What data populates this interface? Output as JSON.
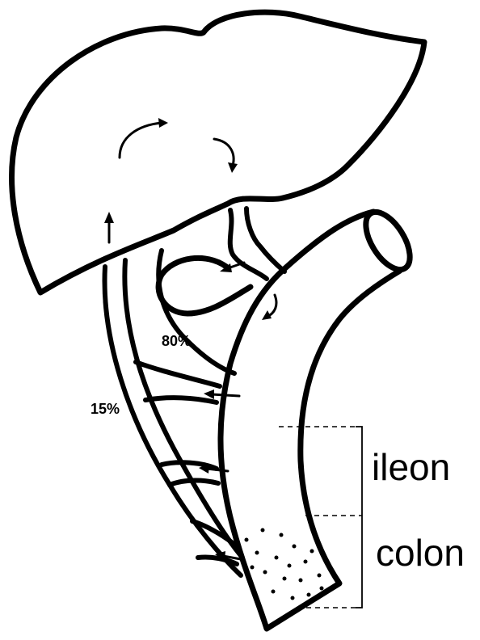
{
  "labels": {
    "percent_80": "80%",
    "percent_15": "15%",
    "ileon": "ileon",
    "colon": "colon"
  },
  "colors": {
    "ink": "#000000",
    "paper": "#ffffff"
  }
}
